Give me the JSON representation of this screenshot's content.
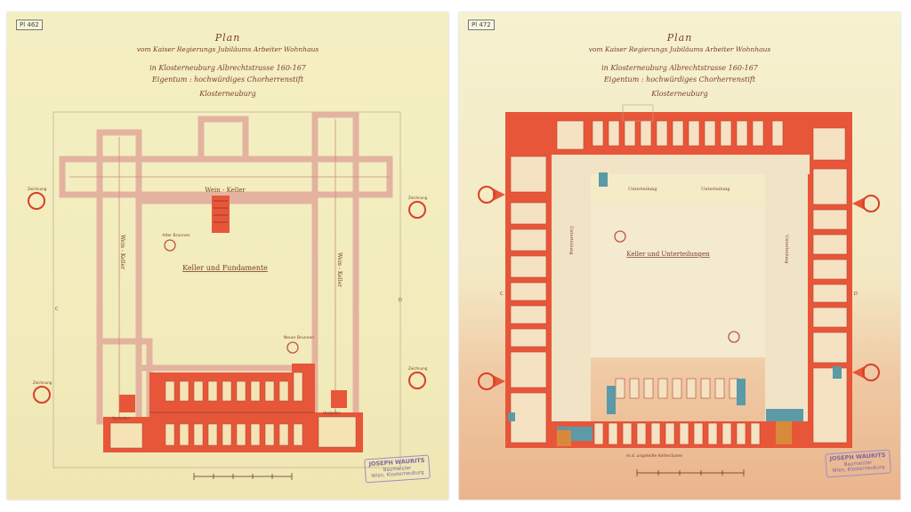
{
  "left_sheet": {
    "inventory_label": "Pl 462",
    "title": "Plan",
    "subtitle": "vom Kaiser Regierungs Jubiläums Arbeiter Wohnhaus",
    "address": "in Klosterneuburg Albrechtstrasse 160-167",
    "owner_line": "Eigentum : hochwürdiges Chorherrenstift",
    "location": "Klosterneuburg",
    "plan_label": "Keller und Fundamente",
    "room_wein_keller": "Wein - Keller",
    "room_wein_keller_left": "Wein - Keller",
    "room_wein_keller_right": "Wein - Keller",
    "brunnen_alt": "Alter Brunnen",
    "brunnen_neu": "Neuer Brunnen",
    "vorkeller_left": "Vorkeller",
    "vorkeller_right": "Vorkeller",
    "marker_left_top": "Zeichnung",
    "marker_left_bottom": "Zeichnung",
    "marker_right_top": "Zeichnung",
    "marker_right_bottom": "Zeichnung",
    "side_c": "C",
    "side_d": "D",
    "stamp_name": "JOSEPH WAURITS",
    "stamp_line": "Baumeister",
    "stamp_line2": "Wien, Klosterneuburg"
  },
  "right_sheet": {
    "inventory_label": "Pl 472",
    "title": "Plan",
    "subtitle": "vom Kaiser Regierungs Jubiläums Arbeiter Wohnhaus",
    "address": "in Klosterneuburg Albrechtstrasse 160-167",
    "owner_line": "Eigentum : hochwürdiges Chorherrenstift",
    "location": "Klosterneuburg",
    "plan_label": "Keller und Unterteilungen",
    "room_uf1": "Unterteilung",
    "room_uf2": "Unterteilung",
    "room_uf_left": "Unterteilung",
    "room_uf_right": "Unterteilung",
    "scale_note": "m.d. ungeteilte Kellerräume",
    "side_c": "C",
    "side_d": "D",
    "stamp_name": "JOSEPH WAURITS",
    "stamp_line": "Baumeister",
    "stamp_line2": "Wien, Klosterneuburg"
  },
  "colors": {
    "wall_pink": "#e8b9a6",
    "wall_red": "#e8563a",
    "ink": "#7a3d2c",
    "paper": "#f4efc2",
    "blue": "#5b9aa6"
  }
}
